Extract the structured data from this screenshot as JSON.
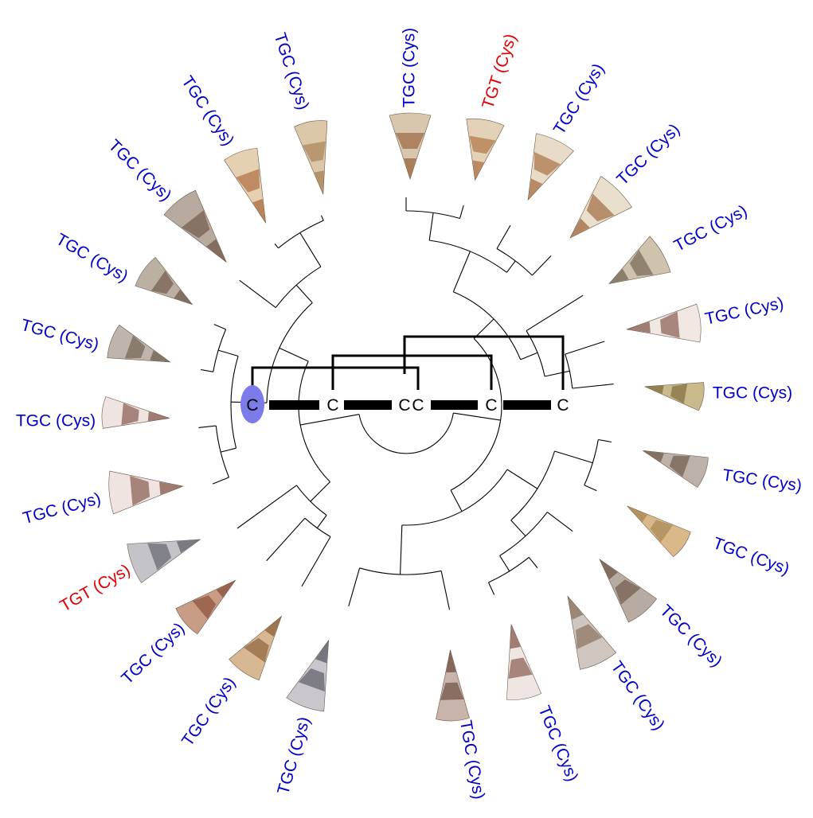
{
  "colors": {
    "tgc": "#0000cc",
    "tgt": "#e00000",
    "tree": "#000000",
    "highlight": "#7b7be9"
  },
  "icons": [
    "cone-shell-icon"
  ],
  "peptide": {
    "residues": [
      "C",
      "C",
      "C",
      "C",
      "C",
      "C"
    ],
    "highlighted_index": 0
  },
  "leaves": [
    {
      "label": "TGC (Cys)",
      "codon": "TGC",
      "color": "#0000cc"
    },
    {
      "label": "TGT (Cys)",
      "codon": "TGT",
      "color": "#e00000"
    },
    {
      "label": "TGC (Cys)",
      "codon": "TGC",
      "color": "#0000cc"
    },
    {
      "label": "TGC (Cys)",
      "codon": "TGC",
      "color": "#0000cc"
    },
    {
      "label": "TGC (Cys)",
      "codon": "TGC",
      "color": "#0000cc"
    },
    {
      "label": "TGC (Cys)",
      "codon": "TGC",
      "color": "#0000cc"
    },
    {
      "label": "TGC (Cys)",
      "codon": "TGC",
      "color": "#0000cc"
    },
    {
      "label": "TGC (Cys)",
      "codon": "TGC",
      "color": "#0000cc"
    },
    {
      "label": "TGC (Cys)",
      "codon": "TGC",
      "color": "#0000cc"
    },
    {
      "label": "TGC (Cys)",
      "codon": "TGC",
      "color": "#0000cc"
    },
    {
      "label": "TGC (Cys)",
      "codon": "TGC",
      "color": "#0000cc"
    },
    {
      "label": "TGC (Cys)",
      "codon": "TGC",
      "color": "#0000cc"
    },
    {
      "label": "TGC (Cys)",
      "codon": "TGC",
      "color": "#0000cc"
    },
    {
      "label": "TGC (Cys)",
      "codon": "TGC",
      "color": "#0000cc"
    },
    {
      "label": "TGC (Cys)",
      "codon": "TGC",
      "color": "#0000cc"
    },
    {
      "label": "TGC (Cys)",
      "codon": "TGC",
      "color": "#0000cc"
    },
    {
      "label": "TGT (Cys)",
      "codon": "TGT",
      "color": "#e00000"
    },
    {
      "label": "TGC (Cys)",
      "codon": "TGC",
      "color": "#0000cc"
    },
    {
      "label": "TGC (Cys)",
      "codon": "TGC",
      "color": "#0000cc"
    },
    {
      "label": "TGC (Cys)",
      "codon": "TGC",
      "color": "#0000cc"
    },
    {
      "label": "TGC (Cys)",
      "codon": "TGC",
      "color": "#0000cc"
    },
    {
      "label": "TGC (Cys)",
      "codon": "TGC",
      "color": "#0000cc"
    },
    {
      "label": "TGC (Cys)",
      "codon": "TGC",
      "color": "#0000cc"
    },
    {
      "label": "TGC (Cys)",
      "codon": "TGC",
      "color": "#0000cc"
    }
  ]
}
